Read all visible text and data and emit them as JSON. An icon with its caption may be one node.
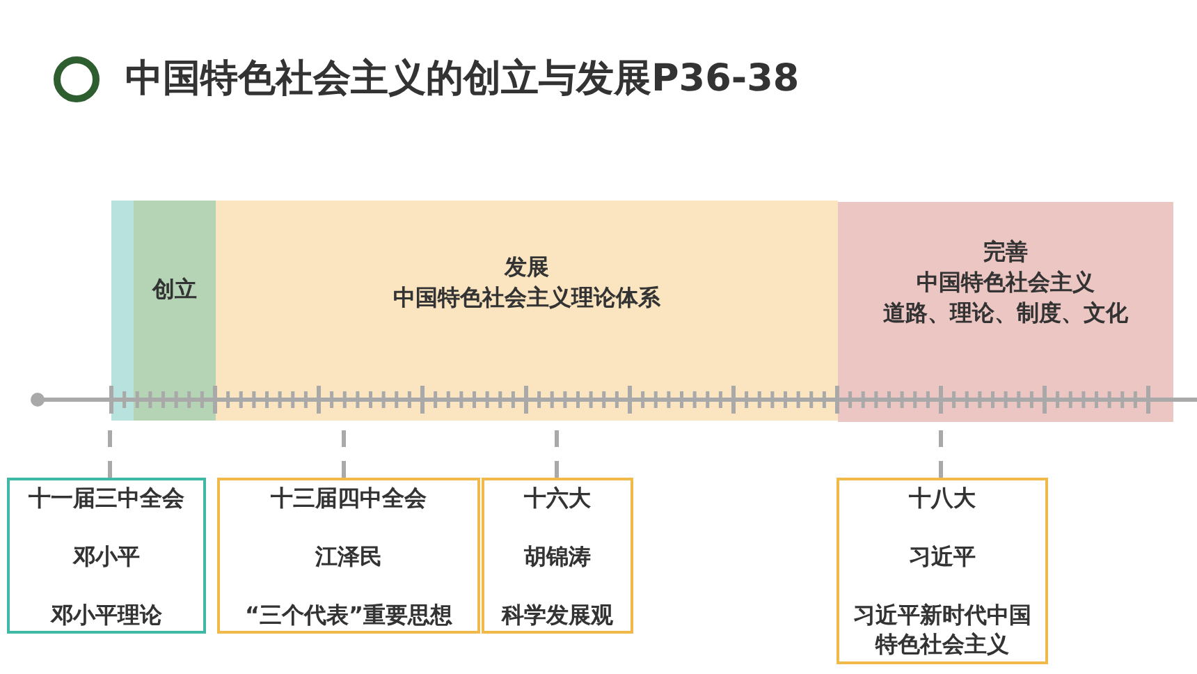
{
  "diagram": {
    "title": "中国特色社会主义的创立与发展P36-38",
    "nodes": [
      {
        "text": [],
        "shape": "bar"
      },
      {
        "text": [
          "创立"
        ]
      },
      {
        "text": [
          "发展",
          "中国特色社会主义理论体系"
        ]
      },
      {
        "text": [
          "完善",
          "中国特色社会主义",
          "道路、理论、制度、文化"
        ]
      },
      {
        "text": [
          "十一届三中全会",
          "邓小平",
          "邓小平理论"
        ]
      },
      {
        "text": [
          "十三届四中全会",
          "江泽民",
          "“三个代表”重要思想"
        ]
      },
      {
        "text": [
          "十六大",
          "胡锦涛",
          "科学发展观"
        ]
      },
      {
        "text": [
          "十八大",
          "习近平",
          "习近平新时代中国特色社会主义"
        ]
      }
    ],
    "edges": [
      {
        "from": 4,
        "to": 0,
        "arrow": "none",
        "style": "dashed"
      },
      {
        "from": 5,
        "to": 2,
        "arrow": "none",
        "style": "dashed"
      },
      {
        "from": 6,
        "to": 2,
        "arrow": "none",
        "style": "dashed"
      },
      {
        "from": 7,
        "to": 3,
        "arrow": "none",
        "style": "dashed"
      }
    ]
  }
}
